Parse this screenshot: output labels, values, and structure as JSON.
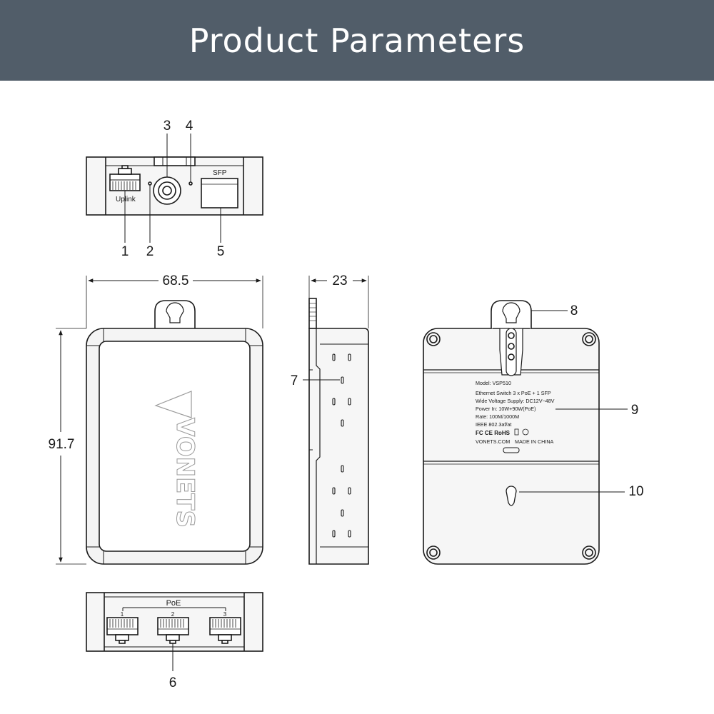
{
  "title": "Product Parameters",
  "dimensions": {
    "width": "68.5",
    "height": "91.7",
    "depth": "23"
  },
  "callouts": {
    "c1": "1",
    "c2": "2",
    "c3": "3",
    "c4": "4",
    "c5": "5",
    "c6": "6",
    "c7": "7",
    "c8": "8",
    "c9": "9",
    "c10": "10"
  },
  "top_view": {
    "uplink_label": "Uplink",
    "sfp_label": "SFP"
  },
  "bottom_view": {
    "poe_label": "PoE",
    "port1": "1",
    "port2": "2",
    "port3": "3"
  },
  "label": {
    "model": "Model: VSP510",
    "line1": "Ethernet Switch 3 x PoE + 1 SFP",
    "line2": "Wide Voltage Supply: DC12V~48V",
    "line3": "Power In:   10W+90W(PoE)",
    "line4": "Rate:   100M/1000M",
    "line5": "IEEE 802.3af/at",
    "marks": "FC  CE  RoHS",
    "maker": "VONETS.COM",
    "origin": "MADE IN CHINA"
  },
  "logo_text": "VONETS",
  "colors": {
    "header_bg": "#515d69",
    "line": "#1a1a1a",
    "device_fill": "#f4f4f4"
  }
}
